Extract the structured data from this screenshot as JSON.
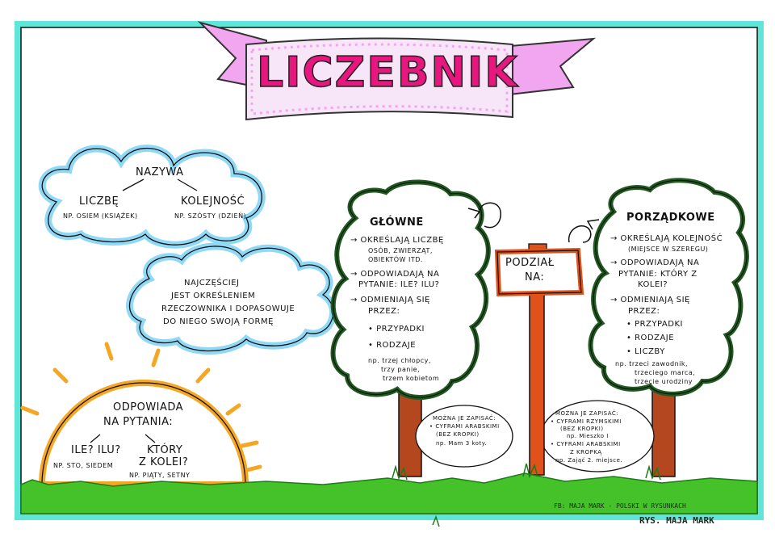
{
  "title": "LICZEBNIK",
  "cloud_nazywa": {
    "heading": "NAZYWA",
    "left_label": "LICZBĘ",
    "left_example": "np. OSIEM (KSIĄŻEK)",
    "right_label": "KOLEJNOŚĆ",
    "right_example": "np. SZÓSTY (DZIEŃ)"
  },
  "cloud_function": {
    "line1": "NAJCZĘŚCIEJ",
    "line2": "JEST OKREŚLENIEM",
    "line3": "RZECZOWNIKA I DOPASOWUJE",
    "line4": "DO NIEGO SWOJĄ FORMĘ"
  },
  "sun": {
    "line1": "ODPOWIADA",
    "line2": "NA PYTANIA:",
    "left_q": "ILE? ILU?",
    "left_example": "np. STO, SIEDEM",
    "right_q1": "KTÓRY",
    "right_q2": "Z KOLEI?",
    "right_example": "np. PIĄTY, SETNY"
  },
  "signpost": {
    "line1": "PODZIAŁ",
    "line2": "NA:"
  },
  "tree_glowne": {
    "heading": "GŁÓWNE",
    "items": [
      "→ OKREŚLAJĄ LICZBĘ",
      "OSÓB, ZWIERZĄT,",
      "OBIEKTÓW ITD.",
      "→ ODPOWIADAJĄ NA",
      "PYTANIE: ILE? ILU?",
      "→ ODMIENIAJĄ SIĘ",
      "PRZEZ:",
      "• PRZYPADKI",
      "• RODZAJE"
    ],
    "example": [
      "np. trzej chłopcy,",
      "trzy panie,",
      "trzem kobietom"
    ],
    "note": [
      "MOŻNA JE ZAPISAĆ:",
      "• CYFRAMI ARABSKIMI",
      "(BEZ KROPKI)",
      "np. Mam 3 koty."
    ]
  },
  "tree_porzadkowe": {
    "heading": "PORZĄDKOWE",
    "items": [
      "→ OKREŚLAJĄ KOLEJNOŚĆ",
      "(MIEJSCE W SZEREGU)",
      "→ ODPOWIADAJĄ NA",
      "PYTANIE: KTÓRY Z",
      "KOLEI?",
      "→ ODMIENIAJĄ SIĘ",
      "PRZEZ:",
      "• PRZYPADKI",
      "• RODZAJE",
      "• LICZBY"
    ],
    "example": [
      "np. trzeci zawodnik,",
      "trzeciego marca,",
      "trzecie urodziny"
    ],
    "note": [
      "MOŻNA JE ZAPISAĆ:",
      "• CYFRAMI RZYMSKIMI",
      "(BEZ KROPKI)",
      "np. Mieszko I",
      "• CYFRAMI ARABSKIMI",
      "Z KROPKĄ",
      "np. Zająć 2. miejsce."
    ]
  },
  "credits": {
    "line1": "FB: MAJA MARK - POLSKI W RYSUNKACH",
    "line2": "RYS. MAJA MARK"
  },
  "colors": {
    "frame": "#5fe6d8",
    "banner": "#f2a6f0",
    "title": "#e8177f",
    "cloud": "#8fd8f6",
    "sun": "#f5a623",
    "tree_crown": "#1f5a1f",
    "trunk": "#b5471f",
    "post": "#e0521a",
    "grass": "#45c22a"
  }
}
